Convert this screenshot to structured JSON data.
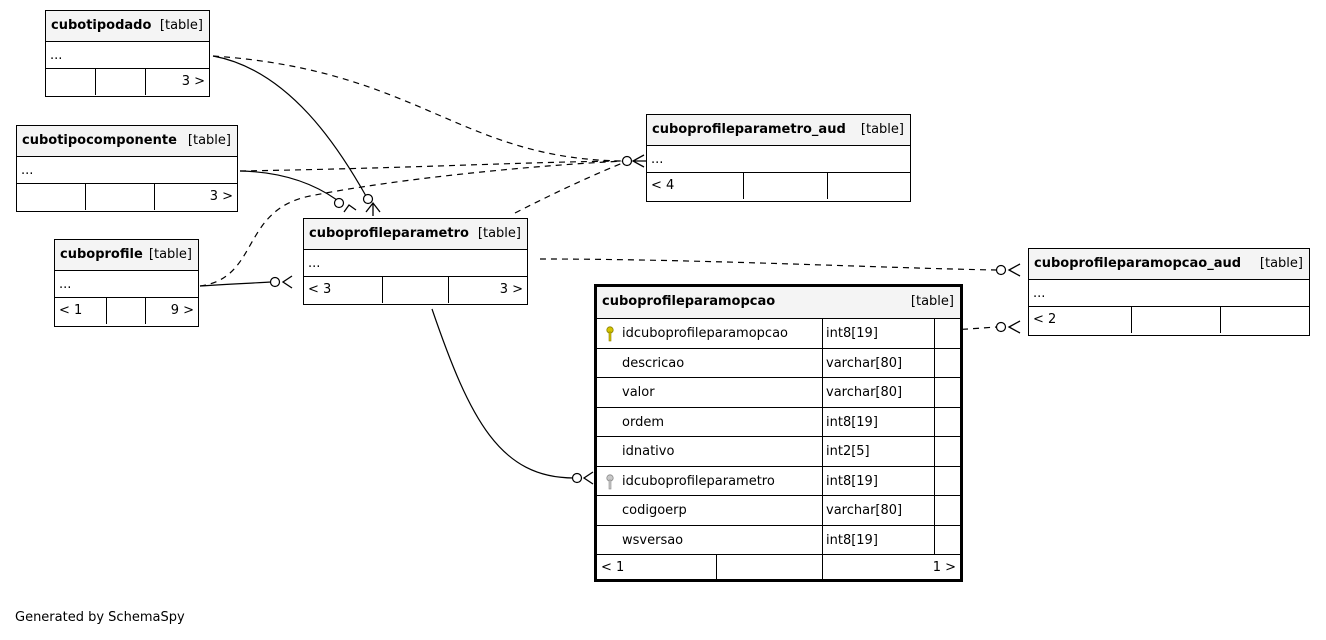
{
  "diagram": {
    "credit": "Generated by SchemaSpy",
    "ellipsis": "...",
    "kind_label": "[table]"
  },
  "tables": {
    "cubotipodado": {
      "name": "cubotipodado",
      "kind": "[table]",
      "ellipsis": "...",
      "footer": [
        "",
        "",
        "3 >"
      ]
    },
    "cubotipocomponente": {
      "name": "cubotipocomponente",
      "kind": "[table]",
      "ellipsis": "...",
      "footer": [
        "",
        "",
        "3 >"
      ]
    },
    "cuboprofile": {
      "name": "cuboprofile",
      "kind": "[table]",
      "ellipsis": "...",
      "footer": [
        "< 1",
        "",
        "9 >"
      ]
    },
    "cuboprofileparametro": {
      "name": "cuboprofileparametro",
      "kind": "[table]",
      "ellipsis": "...",
      "footer": [
        "< 3",
        "",
        "3 >"
      ]
    },
    "cuboprofileparametro_aud": {
      "name": "cuboprofileparametro_aud",
      "kind": "[table]",
      "ellipsis": "...",
      "footer": [
        "< 4",
        "",
        ""
      ]
    },
    "cuboprofileparamopcao_aud": {
      "name": "cuboprofileparamopcao_aud",
      "kind": "[table]",
      "ellipsis": "...",
      "footer": [
        "< 2",
        "",
        ""
      ]
    },
    "cuboprofileparamopcao": {
      "name": "cuboprofileparamopcao",
      "kind": "[table]",
      "columns": [
        {
          "name": "idcuboprofileparamopcao",
          "type": "int8[19]",
          "key": "primary"
        },
        {
          "name": "descricao",
          "type": "varchar[80]",
          "key": ""
        },
        {
          "name": "valor",
          "type": "varchar[80]",
          "key": ""
        },
        {
          "name": "ordem",
          "type": "int8[19]",
          "key": ""
        },
        {
          "name": "idnativo",
          "type": "int2[5]",
          "key": ""
        },
        {
          "name": "idcuboprofileparametro",
          "type": "int8[19]",
          "key": "foreign"
        },
        {
          "name": "codigoerp",
          "type": "varchar[80]",
          "key": ""
        },
        {
          "name": "wsversao",
          "type": "int8[19]",
          "key": ""
        }
      ],
      "footer": [
        "< 1",
        "",
        "1 >"
      ]
    }
  },
  "colors": {
    "line": "#000000",
    "header_bg": "#f4f4f4",
    "primary_key": "#d4c400",
    "foreign_key": "#a0a0a0"
  }
}
